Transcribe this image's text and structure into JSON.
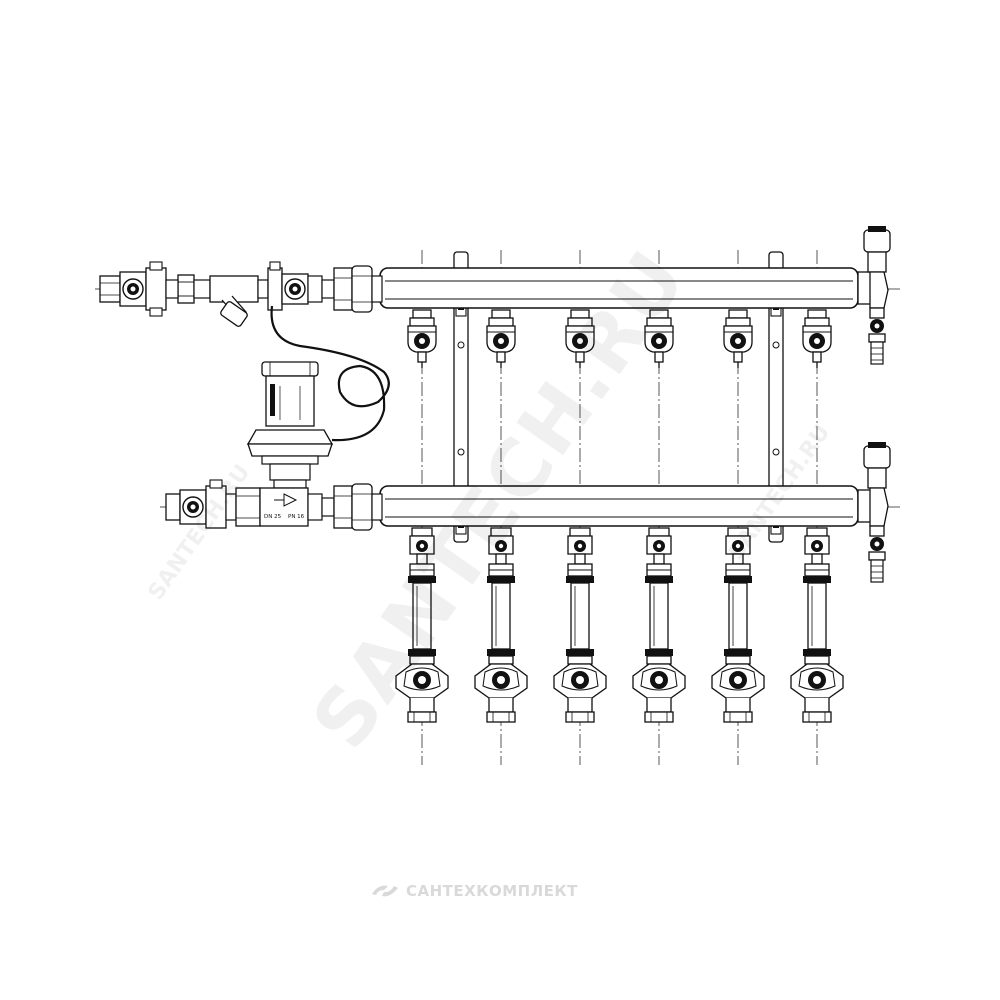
{
  "diagram": {
    "valve_label_dn": "DN 25",
    "valve_label_pn": "PN 16"
  },
  "watermark": {
    "main": "SANTECH.RU",
    "brand": "САНТЕХКОМПЛЕКТ"
  },
  "colors": {
    "line": "#111111",
    "watermark": "#d9d9d9"
  }
}
